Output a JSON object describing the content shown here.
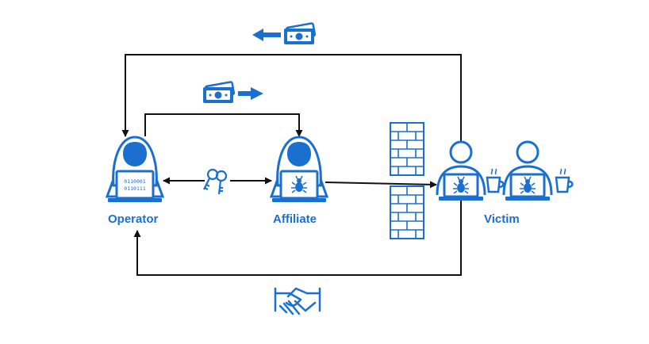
{
  "labels": {
    "operator": "Operator",
    "affiliate": "Affiliate",
    "victim": "Victim"
  },
  "operator_screen": {
    "line1": "0110001",
    "line2": "0110111"
  },
  "icons": {
    "money_to_operator": "money-bill-with-left-arrow-icon",
    "money_to_affiliate": "money-bill-with-right-arrow-icon",
    "keys": "keys-icon",
    "firewall": "brick-wall-icon",
    "handshake": "handshake-icon",
    "hacker": "hooded-hacker-icon",
    "victim_user": "user-at-laptop-icon",
    "bug": "bug-icon",
    "coffee": "coffee-cup-icon"
  },
  "colors": {
    "accent": "#1b6fcf",
    "line": "#111111",
    "label": "#1b6fcf"
  }
}
